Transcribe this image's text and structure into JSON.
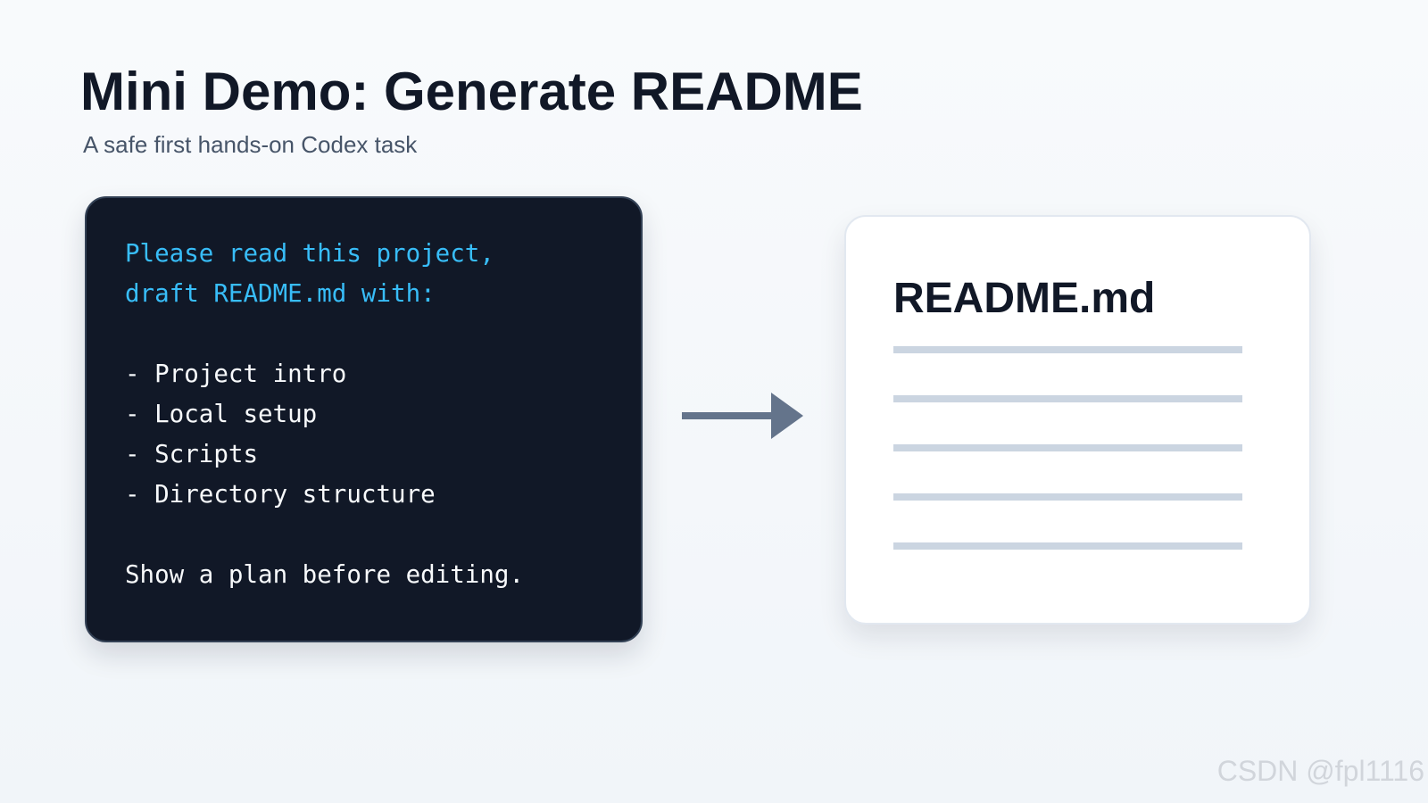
{
  "header": {
    "title": "Mini Demo: Generate README",
    "subtitle": "A safe first hands-on Codex task"
  },
  "prompt_card": {
    "lines": [
      "Please read this project,",
      "draft README.md with:",
      "",
      "- Project intro",
      "- Local setup",
      "- Scripts",
      "- Directory structure",
      "",
      "Show a plan before editing."
    ]
  },
  "readme_card": {
    "title": "README.md"
  },
  "watermark": "CSDN @fpl1116",
  "colors": {
    "background": "#f8fafc",
    "title": "#111827",
    "subtitle": "#475569",
    "terminal_bg": "#111827",
    "terminal_accent": "#38bdf8",
    "terminal_text": "#f8fafc",
    "arrow": "#64748b",
    "doc_line": "#cbd5e1",
    "watermark": "#d1d5db"
  },
  "icons": {
    "arrow": "arrow-right-icon"
  }
}
